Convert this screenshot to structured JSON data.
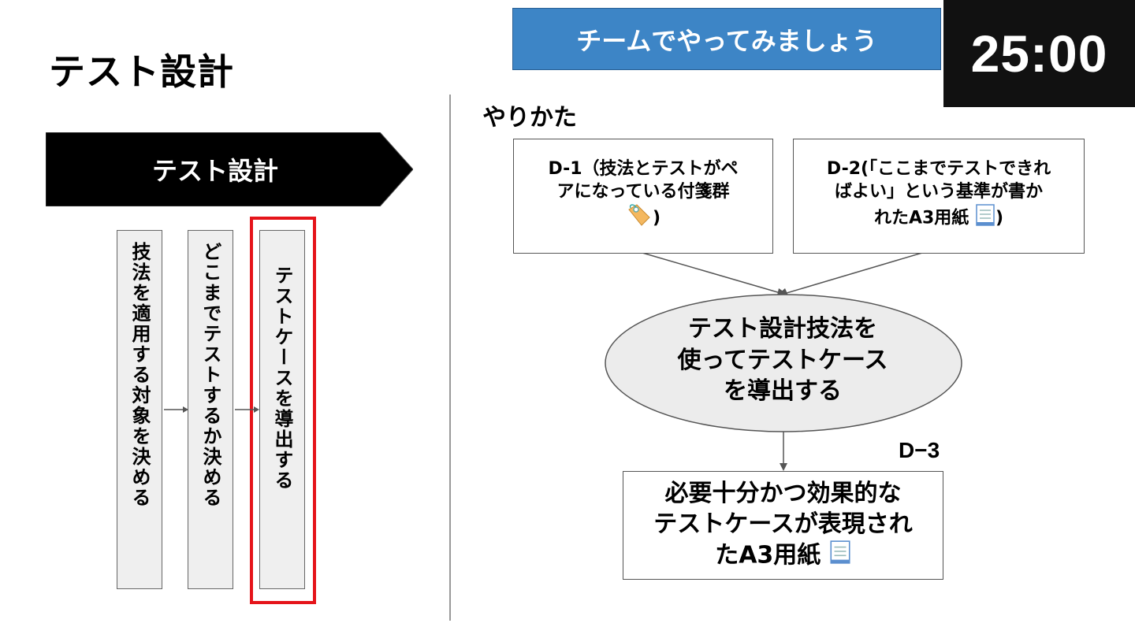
{
  "slide": {
    "title": "テスト設計",
    "banner": "チームでやってみましょう",
    "timer": "25:00"
  },
  "left": {
    "phase_label": "テスト設計",
    "steps": [
      "技法を適用する対象を決める",
      "どこまでテストするか決める",
      "テストケースを導出する"
    ],
    "highlighted_step_index": 2,
    "highlight_color": "#e5141a"
  },
  "right": {
    "heading": "やりかた",
    "input_d1": {
      "line1": "D-1（技法とテストがペ",
      "line2": "アになっている付箋群",
      "line3": ")",
      "icon": "tag-icon"
    },
    "input_d2": {
      "line1": "D-2(「ここまでテストできれ",
      "line2": "ばよい」という基準が書か",
      "line3_text": "れたA3用紙",
      "line3_close": ")",
      "icon": "page-icon"
    },
    "process": {
      "line1": "テスト設計技法を",
      "line2": "使ってテストケース",
      "line3": "を導出する"
    },
    "output_label": "D−3",
    "output": {
      "line1": "必要十分かつ効果的な",
      "line2": "テストケースが表現され",
      "line3_text": "たA3用紙",
      "icon": "page-icon"
    }
  },
  "colors": {
    "banner": "#3d85c6",
    "timer_bg": "#111111",
    "process_fill": "#ececec"
  }
}
